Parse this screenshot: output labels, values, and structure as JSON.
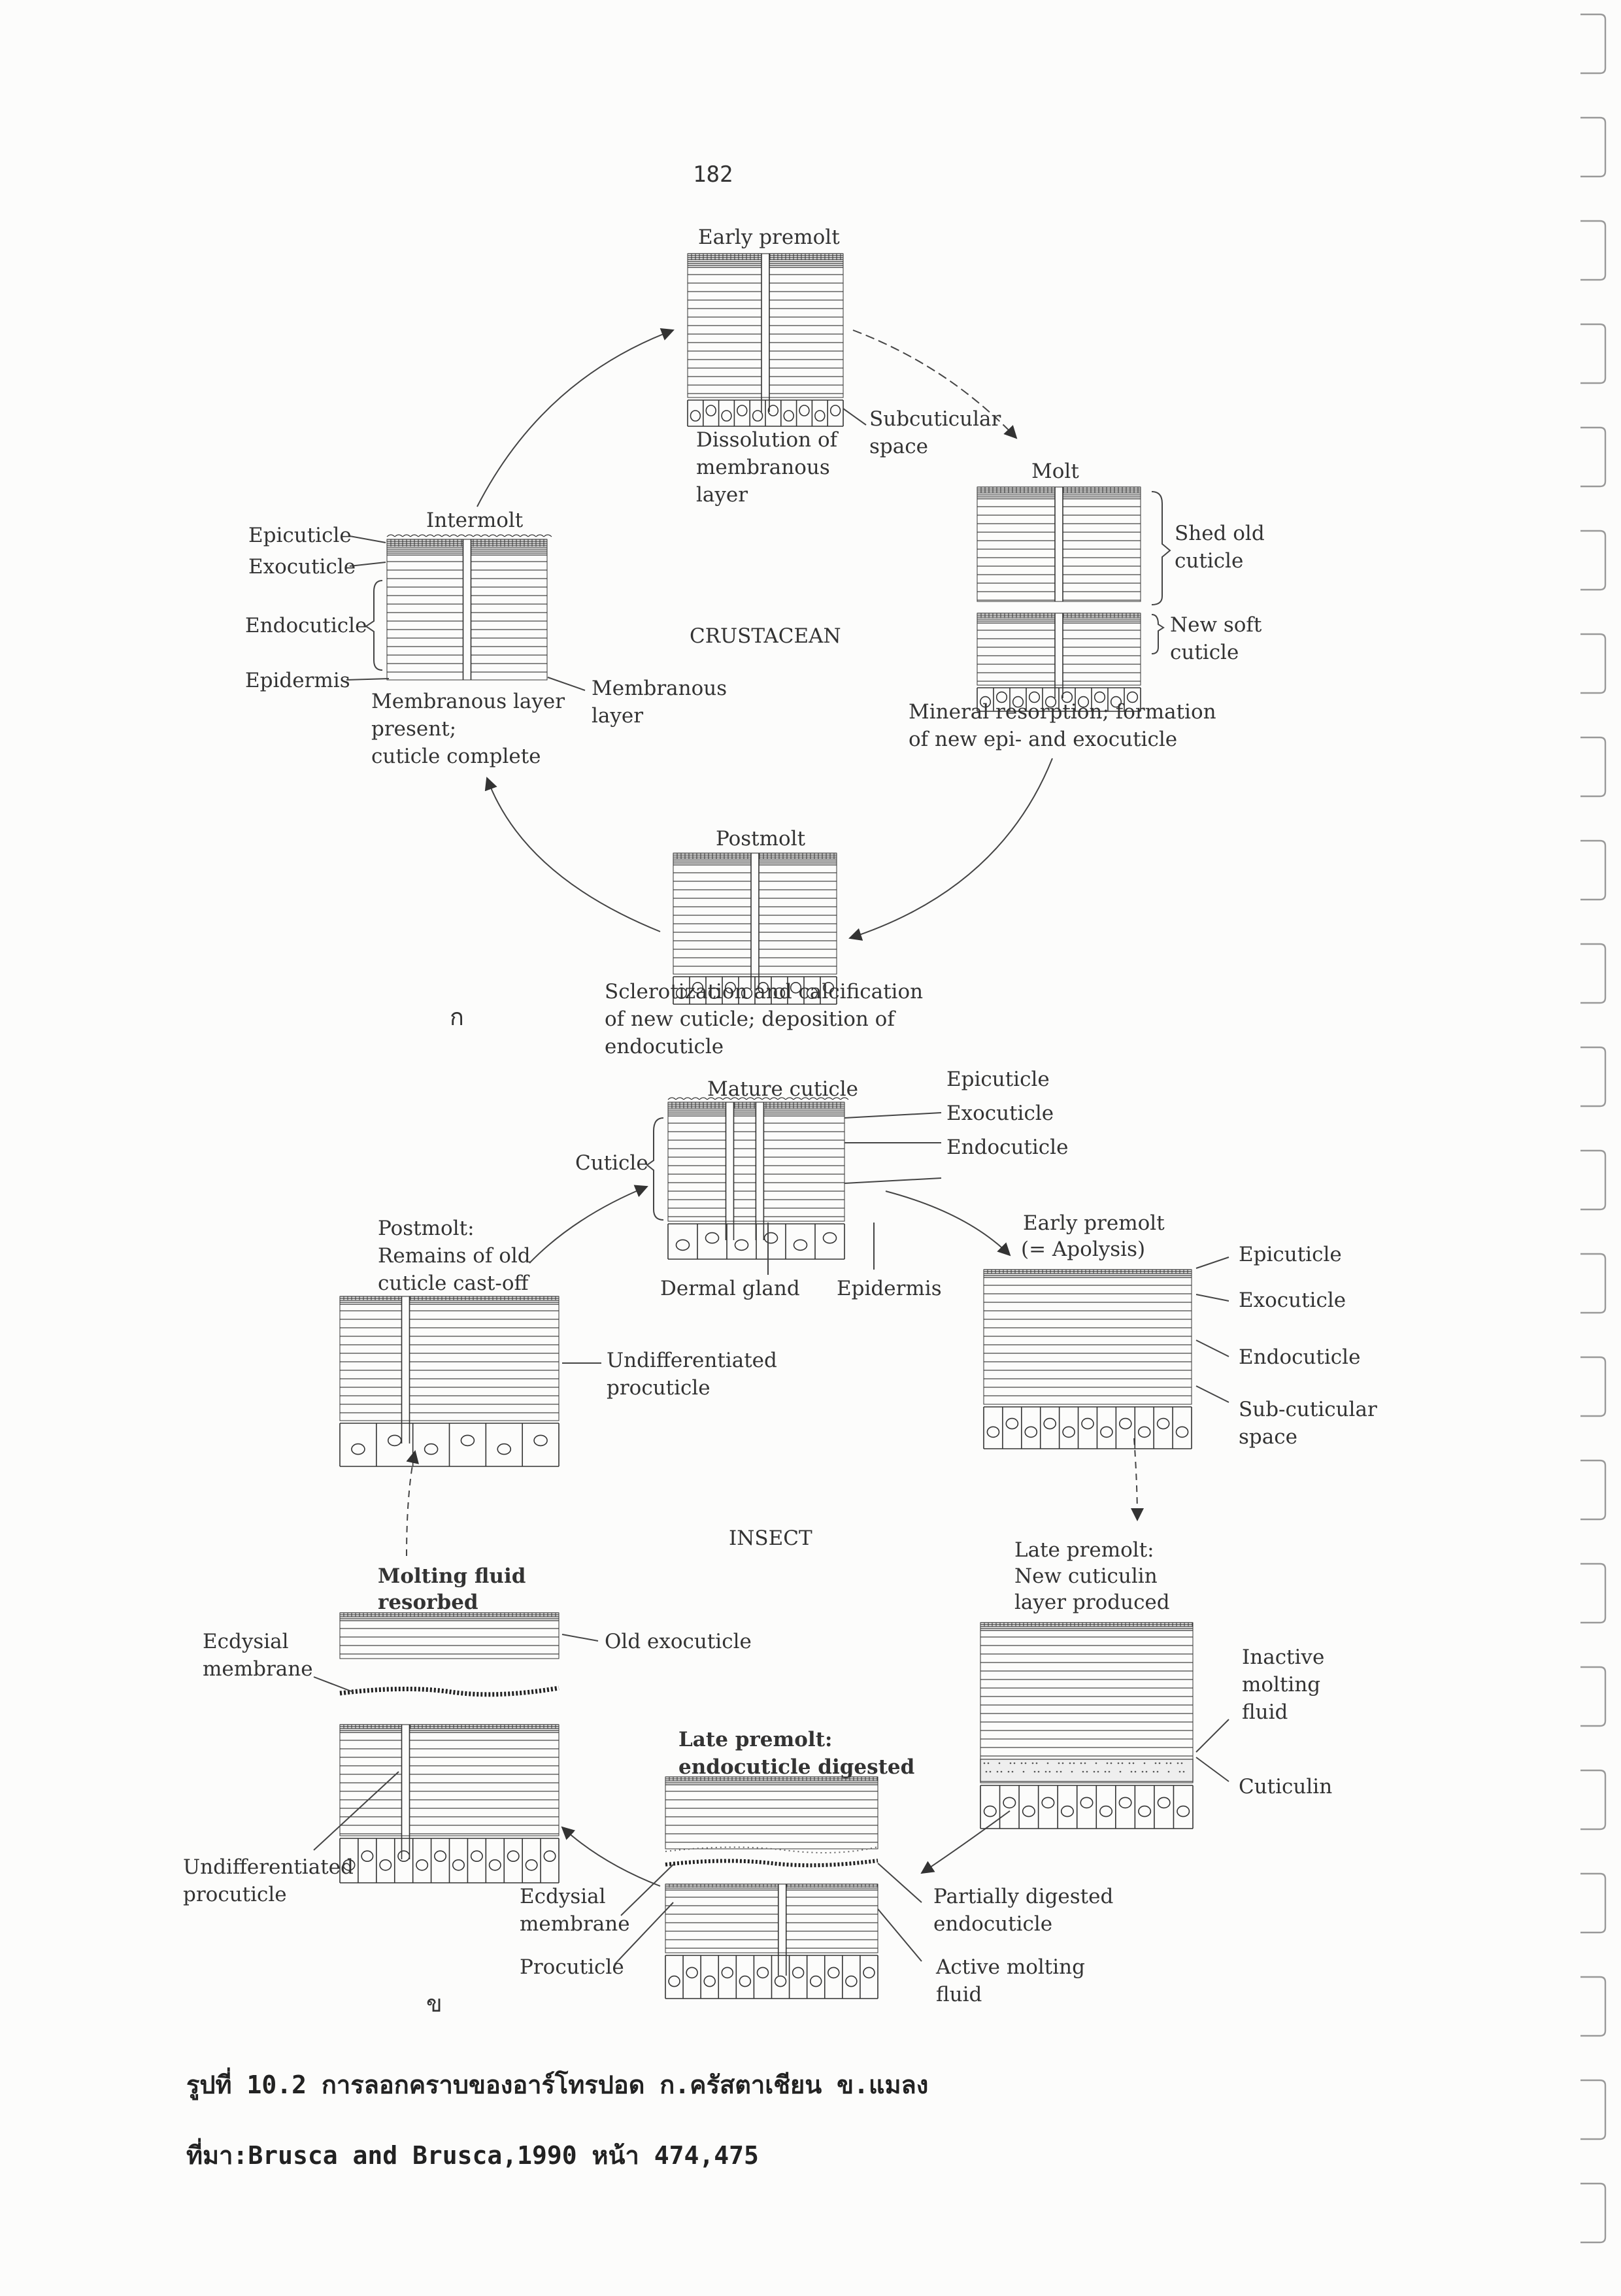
{
  "page_number": "182",
  "panel_a": {
    "center_label": "CRUSTACEAN",
    "panel_letter": "ก",
    "stages": {
      "early_premolt": "Early premolt",
      "molt": "Molt",
      "postmolt": "Postmolt",
      "intermolt": "Intermolt"
    },
    "labels": {
      "epicuticle": "Epicuticle",
      "exocuticle": "Exocuticle",
      "endocuticle": "Endocuticle",
      "epidermis": "Epidermis",
      "subcuticular_space": [
        "Subcuticular",
        "space"
      ],
      "shed_old_cuticle": [
        "Shed old",
        "cuticle"
      ],
      "new_soft_cuticle": [
        "New soft",
        "cuticle"
      ],
      "membranous_layer": [
        "Membranous",
        "layer"
      ]
    },
    "captions": {
      "early_premolt": [
        "Dissolution of",
        "membranous",
        "layer"
      ],
      "molt": [
        "Mineral resorption; formation",
        "of new epi- and exocuticle"
      ],
      "postmolt": [
        "Sclerotization and calcification",
        "of new cuticle; deposition of",
        "endocuticle"
      ],
      "intermolt": [
        "Membranous layer",
        "present;",
        "cuticle complete"
      ]
    }
  },
  "panel_b": {
    "center_label": "INSECT",
    "panel_letter": "ข",
    "mature": {
      "title": "Mature cuticle",
      "epicuticle": "Epicuticle",
      "exocuticle": "Exocuticle",
      "endocuticle": "Endocuticle",
      "cuticle": "Cuticle",
      "dermal_gland": "Dermal gland",
      "epidermis": "Epidermis"
    },
    "early_premolt": {
      "title": [
        "Early premolt",
        "(= Apolysis)"
      ],
      "epicuticle": "Epicuticle",
      "exocuticle": "Exocuticle",
      "endocuticle": "Endocuticle",
      "subcuticular_space": [
        "Sub-cuticular",
        "space"
      ]
    },
    "late_premolt_new": {
      "title": [
        "Late premolt:",
        "New cuticulin",
        "layer produced"
      ],
      "inactive_fluid": [
        "Inactive",
        "molting",
        "fluid"
      ],
      "cuticulin": "Cuticulin"
    },
    "late_premolt_digested": {
      "title": [
        "Late premolt:",
        "endocuticle digested"
      ],
      "partially_digested": [
        "Partially digested",
        "endocuticle"
      ],
      "active_fluid": [
        "Active molting",
        "fluid"
      ],
      "ecdysial_membrane": [
        "Ecdysial",
        "membrane"
      ],
      "procuticle": "Procuticle"
    },
    "fluid_resorbed": {
      "title": [
        "Molting fluid",
        "resorbed"
      ],
      "old_exocuticle": "Old exocuticle",
      "ecdysial_membrane": [
        "Ecdysial",
        "membrane"
      ],
      "undiff_procuticle": [
        "Undifferentiated",
        "procuticle"
      ]
    },
    "postmolt": {
      "title": [
        "Postmolt:",
        "Remains of old",
        "cuticle cast-off"
      ],
      "undiff_procuticle": [
        "Undifferentiated",
        "procuticle"
      ]
    }
  },
  "caption": {
    "figure": "รูปที่ 10.2 การลอกคราบของอาร์โทรปอด ก.ครัสตาเชียน ข.แมลง",
    "source": "ที่มา:Brusca and Brusca,1990 หน้า 474,475"
  }
}
